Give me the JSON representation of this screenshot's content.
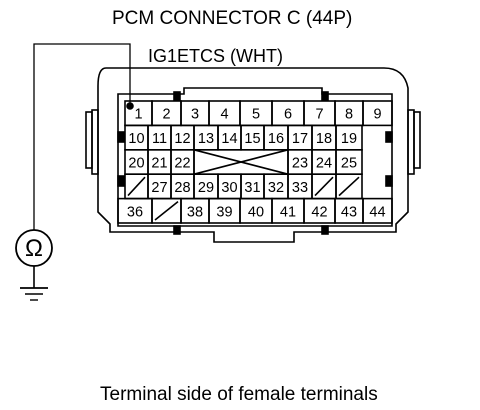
{
  "title": "PCM CONNECTOR C (44P)",
  "wire_label": "IG1ETCS (WHT)",
  "caption": "Terminal side of female terminals",
  "meter_symbol": "Ω",
  "rows": [
    [
      "1",
      "2",
      "3",
      "4",
      "5",
      "6",
      "7",
      "8",
      "9"
    ],
    [
      "10",
      "11",
      "12",
      "13",
      "14",
      "15",
      "16",
      "17",
      "18",
      "19"
    ],
    [
      "20",
      "21",
      "22",
      "",
      "",
      "",
      "",
      "23",
      "24",
      "25"
    ],
    [
      "",
      "27",
      "28",
      "29",
      "30",
      "31",
      "32",
      "33",
      "",
      ""
    ],
    [
      "36",
      "",
      "38",
      "39",
      "40",
      "41",
      "42",
      "43",
      "44"
    ]
  ],
  "empty_slots": [
    "row4-col1",
    "row4-col9",
    "row4-col10",
    "row5-col2"
  ],
  "connected_terminal": "1"
}
